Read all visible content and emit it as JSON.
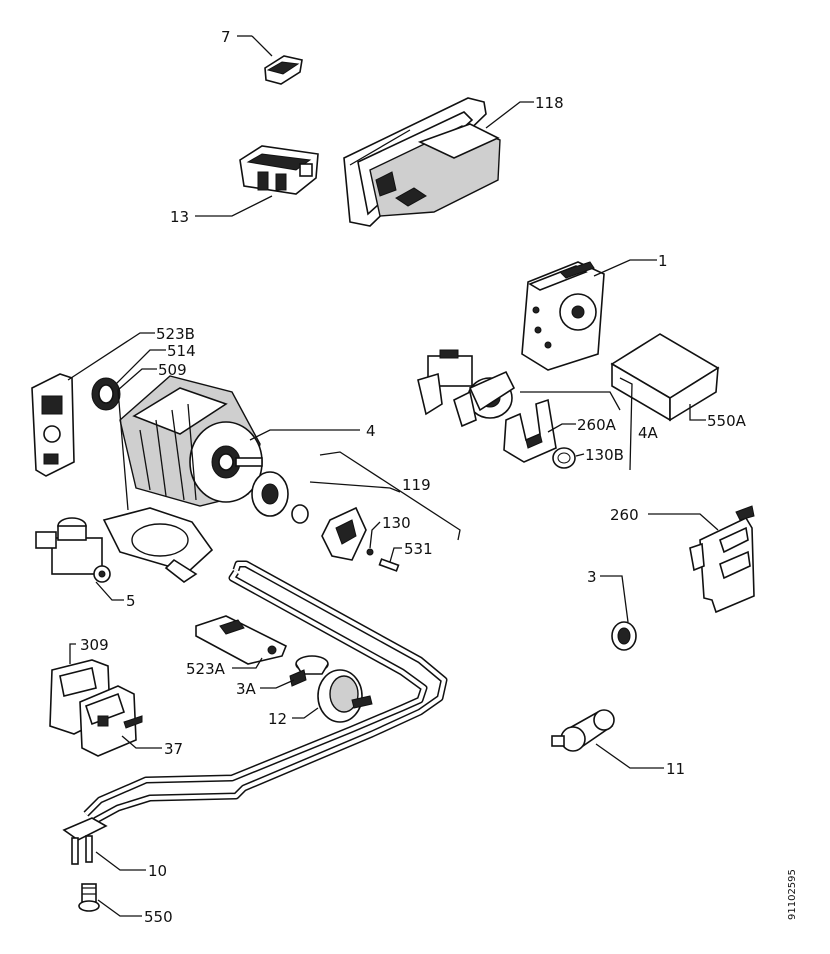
{
  "labels": {
    "p7": "7",
    "p118": "118",
    "p13": "13",
    "p1": "1",
    "p523b": "523B",
    "p514": "514",
    "p509": "509",
    "p4": "4",
    "p260a": "260A",
    "p4a": "4A",
    "p550a": "550A",
    "p130b": "130B",
    "p119": "119",
    "p130": "130",
    "p531": "531",
    "p260": "260",
    "p5": "5",
    "p3": "3",
    "p309": "309",
    "p523a": "523A",
    "p3a": "3A",
    "p12": "12",
    "p37": "37",
    "p11": "11",
    "p10": "10",
    "p550": "550",
    "doc_id": "91102595"
  }
}
